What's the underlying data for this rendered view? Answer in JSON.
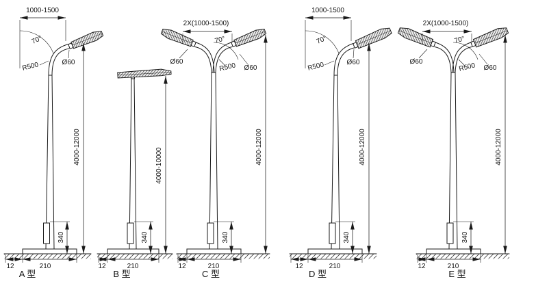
{
  "canvas": {
    "background": "#ffffff",
    "line_color": "#1a1a1a"
  },
  "figures": [
    {
      "label": "A 型",
      "dims": {
        "arm_length": "1000-1500",
        "arm_angle": "70°",
        "bend_radius": "R500",
        "tube_diameter": "Ø60",
        "pole_height": "4000-12000",
        "door_height": "340",
        "base_edge": "12",
        "base_width": "210"
      }
    },
    {
      "label": "B 型",
      "dims": {
        "pole_height": "4000-10000",
        "door_height": "340",
        "base_edge": "12",
        "base_width": "210"
      }
    },
    {
      "label": "C 型",
      "dims": {
        "arm_length": "2X(1000-1500)",
        "arm_angle": "70°",
        "bend_radius": "R500",
        "tube_diameter_left": "Ø60",
        "tube_diameter_right": "Ø60",
        "pole_height": "4000-12000",
        "door_height": "340",
        "base_edge": "12",
        "base_width": "210"
      }
    },
    {
      "label": "D 型",
      "dims": {
        "arm_length": "1000-1500",
        "arm_angle": "70°",
        "bend_radius": "R500",
        "tube_diameter": "Ø60",
        "pole_height": "4000-12000",
        "door_height": "340",
        "base_edge": "12",
        "base_width": "210"
      }
    },
    {
      "label": "E 型",
      "dims": {
        "arm_length": "2X(1000-1500)",
        "arm_angle": "70°",
        "bend_radius": "R500",
        "tube_diameter_left": "Ø60",
        "tube_diameter_right": "Ø60",
        "pole_height": "4000-12000",
        "door_height": "340",
        "base_edge": "12",
        "base_width": "210"
      }
    }
  ]
}
